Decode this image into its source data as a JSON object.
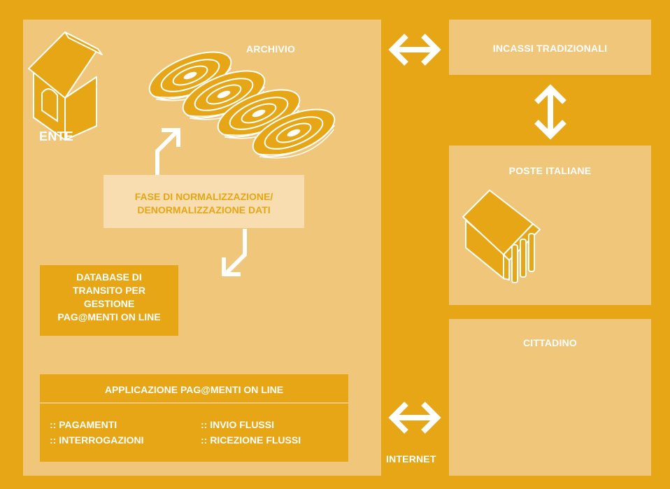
{
  "ente": {
    "label": "ENTE",
    "archivio_label": "ARCHIVIO",
    "normalization_box": {
      "line1": "FASE DI NORMALIZZAZIONE/",
      "line2": "DENORMALIZZAZIONE DATI"
    },
    "database_box": {
      "line1": "DATABASE DI",
      "line2": "TRANSITO PER",
      "line3": "GESTIONE",
      "line4": "PAG@MENTI ON LINE"
    },
    "application_box": {
      "title": "APPLICAZIONE PAG@MENTI ON LINE",
      "items_left": [
        ":: PAGAMENTI",
        ":: INTERROGAZIONI"
      ],
      "items_right": [
        ":: INVIO FLUSSI",
        ":: RICEZIONE FLUSSI"
      ]
    }
  },
  "incassi": {
    "label": "INCASSI TRADIZIONALI"
  },
  "poste": {
    "label": "POSTE ITALIANE"
  },
  "cittadino": {
    "label": "CITTADINO"
  },
  "internet": {
    "label": "INTERNET"
  },
  "colors": {
    "dark_gold": "#e6a615",
    "light_gold": "#f0c77a",
    "pale": "#f7ddb0",
    "white": "#ffffff"
  },
  "icons": [
    "house-icon",
    "disk-stack-icon",
    "temple-icon",
    "double-arrow-icon"
  ]
}
